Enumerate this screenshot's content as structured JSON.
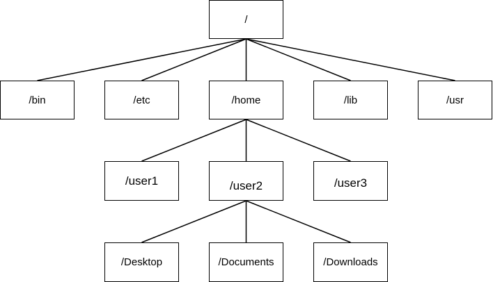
{
  "tree": {
    "root": "/",
    "level1": [
      "/bin",
      "/etc",
      "/home",
      "/lib",
      "/usr"
    ],
    "home_children": [
      "/user1",
      "/user2",
      "/user3"
    ],
    "user2_children": [
      "/Desktop",
      "/Documents",
      "/Downloads"
    ]
  },
  "edges": [
    [
      "root",
      "bin"
    ],
    [
      "root",
      "etc"
    ],
    [
      "root",
      "home"
    ],
    [
      "root",
      "lib"
    ],
    [
      "root",
      "usr"
    ],
    [
      "home",
      "user1"
    ],
    [
      "home",
      "user2"
    ],
    [
      "home",
      "user3"
    ],
    [
      "user2",
      "desktop"
    ],
    [
      "user2",
      "documents"
    ],
    [
      "user2",
      "downloads"
    ]
  ],
  "colors": {
    "line": "#000000",
    "border": "#000000",
    "background": "#ffffff"
  }
}
